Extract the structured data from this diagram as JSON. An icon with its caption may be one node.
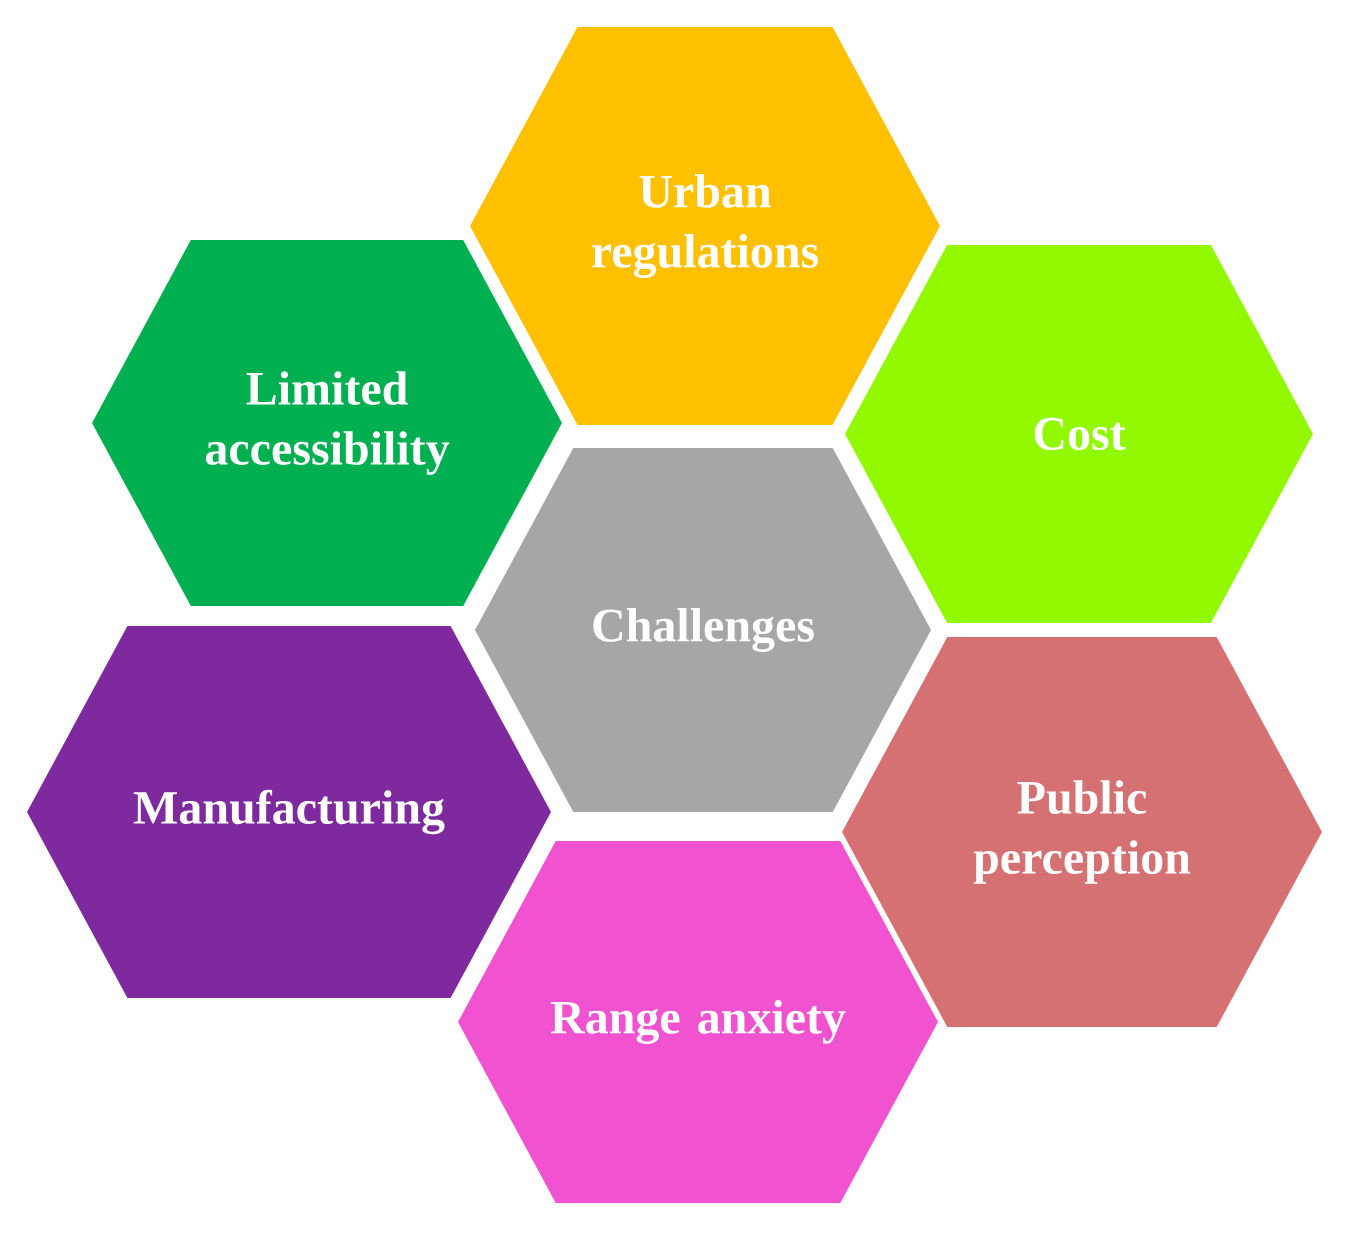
{
  "diagram": {
    "nodes": [
      {
        "text": [
          "Urban regulations"
        ]
      },
      {
        "text": [
          "Limited accessibility"
        ]
      },
      {
        "text": [
          "Cost"
        ]
      },
      {
        "text": [
          "Challenges"
        ]
      },
      {
        "text": [
          "Manufacturing"
        ]
      },
      {
        "text": [
          "Public perception"
        ]
      },
      {
        "text": [
          "Range anxiety"
        ]
      }
    ]
  }
}
